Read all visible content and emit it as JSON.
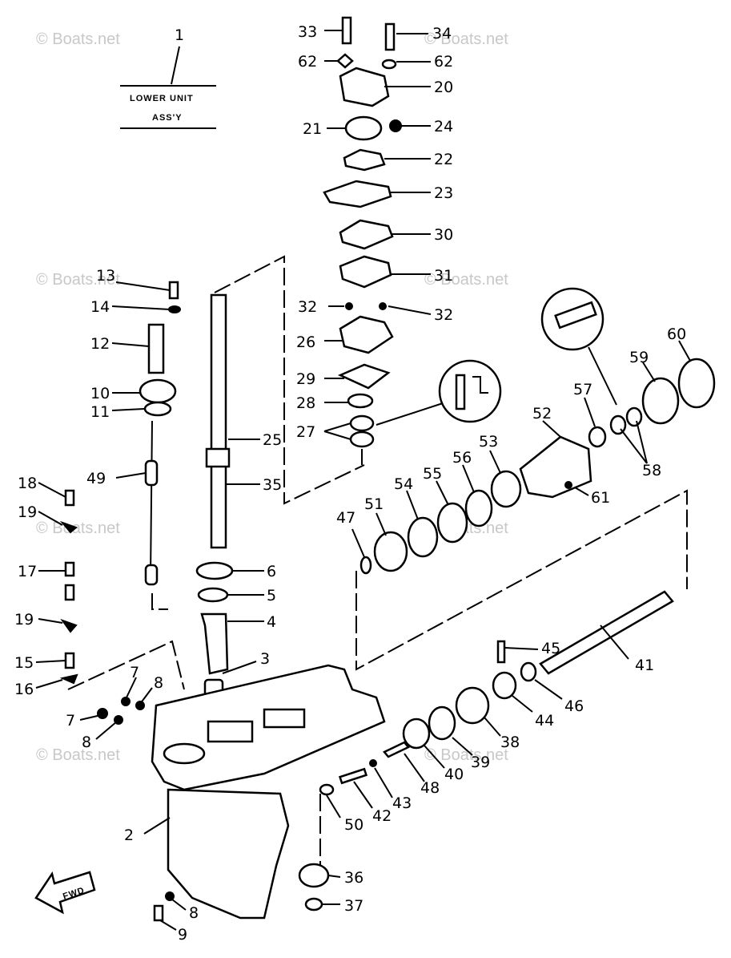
{
  "caption": {
    "number": "1",
    "line1": "LOWER UNIT",
    "line2": "ASS'Y"
  },
  "watermark": "© Boats.net",
  "fwd_label": "FWD",
  "labels": {
    "p1": "1",
    "p2": "2",
    "p3": "3",
    "p4": "4",
    "p5": "5",
    "p6": "6",
    "p7a": "7",
    "p7b": "7",
    "p8a": "8",
    "p8b": "8",
    "p8c": "8",
    "p9": "9",
    "p10": "10",
    "p11": "11",
    "p12": "12",
    "p13": "13",
    "p14": "14",
    "p15": "15",
    "p16": "16",
    "p17": "17",
    "p18": "18",
    "p19a": "19",
    "p19b": "19",
    "p20": "20",
    "p21": "21",
    "p22": "22",
    "p23": "23",
    "p24": "24",
    "p25": "25",
    "p26": "26",
    "p27": "27",
    "p28": "28",
    "p29": "29",
    "p30": "30",
    "p31": "31",
    "p32a": "32",
    "p32b": "32",
    "p33": "33",
    "p34": "34",
    "p35": "35",
    "p36": "36",
    "p37": "37",
    "p38": "38",
    "p39": "39",
    "p40": "40",
    "p41": "41",
    "p42": "42",
    "p43": "43",
    "p44": "44",
    "p45": "45",
    "p46": "46",
    "p47": "47",
    "p48": "48",
    "p49": "49",
    "p50": "50",
    "p51": "51",
    "p52": "52",
    "p53": "53",
    "p54": "54",
    "p55": "55",
    "p56": "56",
    "p57": "57",
    "p58": "58",
    "p59": "59",
    "p60": "60",
    "p61": "61",
    "p62a": "62",
    "p62b": "62"
  }
}
